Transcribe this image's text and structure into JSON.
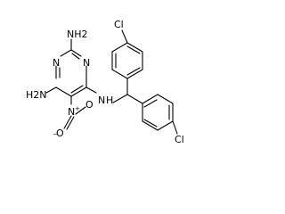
{
  "molecule": {
    "atoms": {
      "nh2_top": "NH2",
      "ring_n_left": "N",
      "ring_n_right": "N",
      "nh2_bottom": "H2N",
      "amine_n": "N",
      "amine_h": "H",
      "nitro_n": "N",
      "nitro_n_charge": "+",
      "nitro_o_top": "O",
      "nitro_o_left": "O",
      "nitro_o_charge": "−",
      "cl_top": "Cl",
      "cl_bottom": "Cl"
    },
    "colors": {
      "bond": "#000000",
      "text": "#000000",
      "background": "#ffffff"
    }
  }
}
